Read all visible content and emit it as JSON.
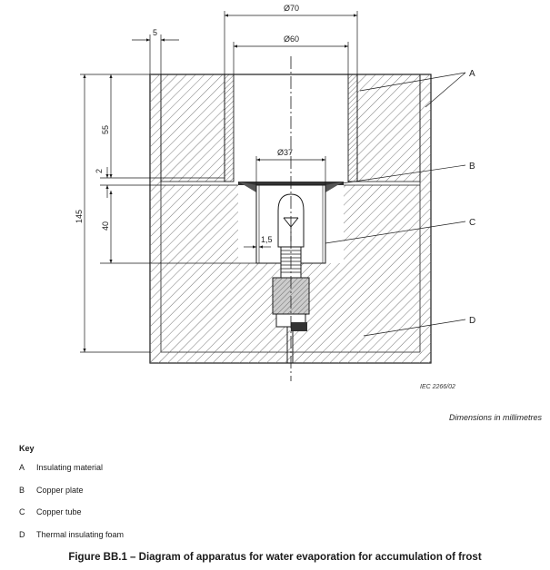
{
  "figure": {
    "caption": "Figure BB.1 – Diagram of apparatus for water evaporation for accumulation of frost",
    "units_note": "Dimensions in millimetres",
    "reference": "IEC 2266/02"
  },
  "dimensions": {
    "outer_diameter": "Ø70",
    "inner_diameter": "Ø60",
    "wall": "5",
    "tube_diameter": "Ø37",
    "upper_depth": "55",
    "plate_gap": "2",
    "tube_depth": "40",
    "total_height": "145",
    "tube_wall": "1,5"
  },
  "callouts": [
    "A",
    "B",
    "C",
    "D"
  ],
  "key": {
    "title": "Key",
    "items": [
      {
        "letter": "A",
        "text": "Insulating material"
      },
      {
        "letter": "B",
        "text": "Copper plate"
      },
      {
        "letter": "C",
        "text": "Copper tube"
      },
      {
        "letter": "D",
        "text": "Thermal insulating foam"
      }
    ]
  },
  "colors": {
    "line": "#1a1a1a",
    "hatch": "#6a6a6a",
    "background": "#ffffff"
  }
}
